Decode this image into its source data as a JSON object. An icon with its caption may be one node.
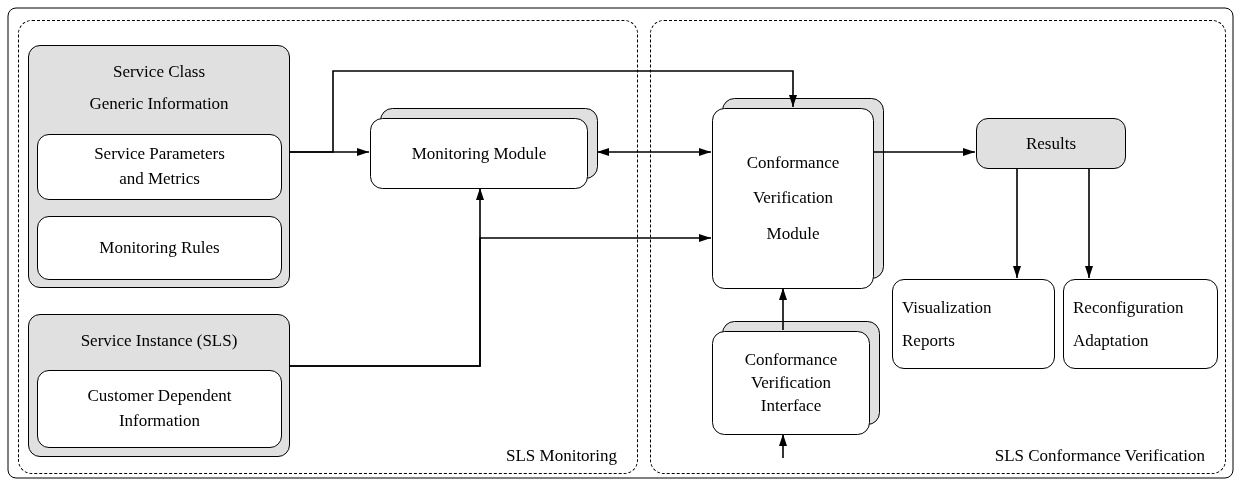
{
  "diagram": {
    "nodes": [
      {
        "text": [
          "SLS Monitoring"
        ]
      },
      {
        "text": [
          "SLS Conformance Verification"
        ]
      },
      {
        "text": [
          "Service Class Generic Information"
        ],
        "in": 0
      },
      {
        "text": [
          "Service Parameters and Metrics"
        ],
        "in": 2
      },
      {
        "text": [
          "Monitoring Rules"
        ],
        "in": 2
      },
      {
        "text": [
          "Service Instance (SLS)"
        ],
        "in": 0
      },
      {
        "text": [
          "Customer Dependent Information"
        ],
        "in": 5
      },
      {
        "text": [
          "Monitoring Module"
        ],
        "in": 0
      },
      {
        "text": [
          "Conformance Verification Module"
        ],
        "in": 1
      },
      {
        "text": [
          "Conformance Verification Interface"
        ],
        "in": 1
      },
      {
        "text": [
          "Results"
        ],
        "in": 1
      },
      {
        "text": [
          "Visualization Reports"
        ],
        "in": 1
      },
      {
        "text": [
          "Reconfiguration Adaptation"
        ],
        "in": 1
      }
    ],
    "edges": [
      {
        "from": 2,
        "to": 7,
        "arrow": "to"
      },
      {
        "from": 2,
        "to": 8,
        "arrow": "to"
      },
      {
        "from": 7,
        "to": 8,
        "arrow": "both"
      },
      {
        "from": 5,
        "to": 7,
        "arrow": "to"
      },
      {
        "from": 5,
        "to": 8,
        "arrow": "to"
      },
      {
        "from": 9,
        "to": 8,
        "arrow": "to"
      },
      {
        "from": null,
        "to": 9,
        "arrow": "to"
      },
      {
        "from": 8,
        "to": 10,
        "arrow": "to"
      },
      {
        "from": 10,
        "to": 11,
        "arrow": "to"
      },
      {
        "from": 10,
        "to": 12,
        "arrow": "to"
      }
    ]
  }
}
